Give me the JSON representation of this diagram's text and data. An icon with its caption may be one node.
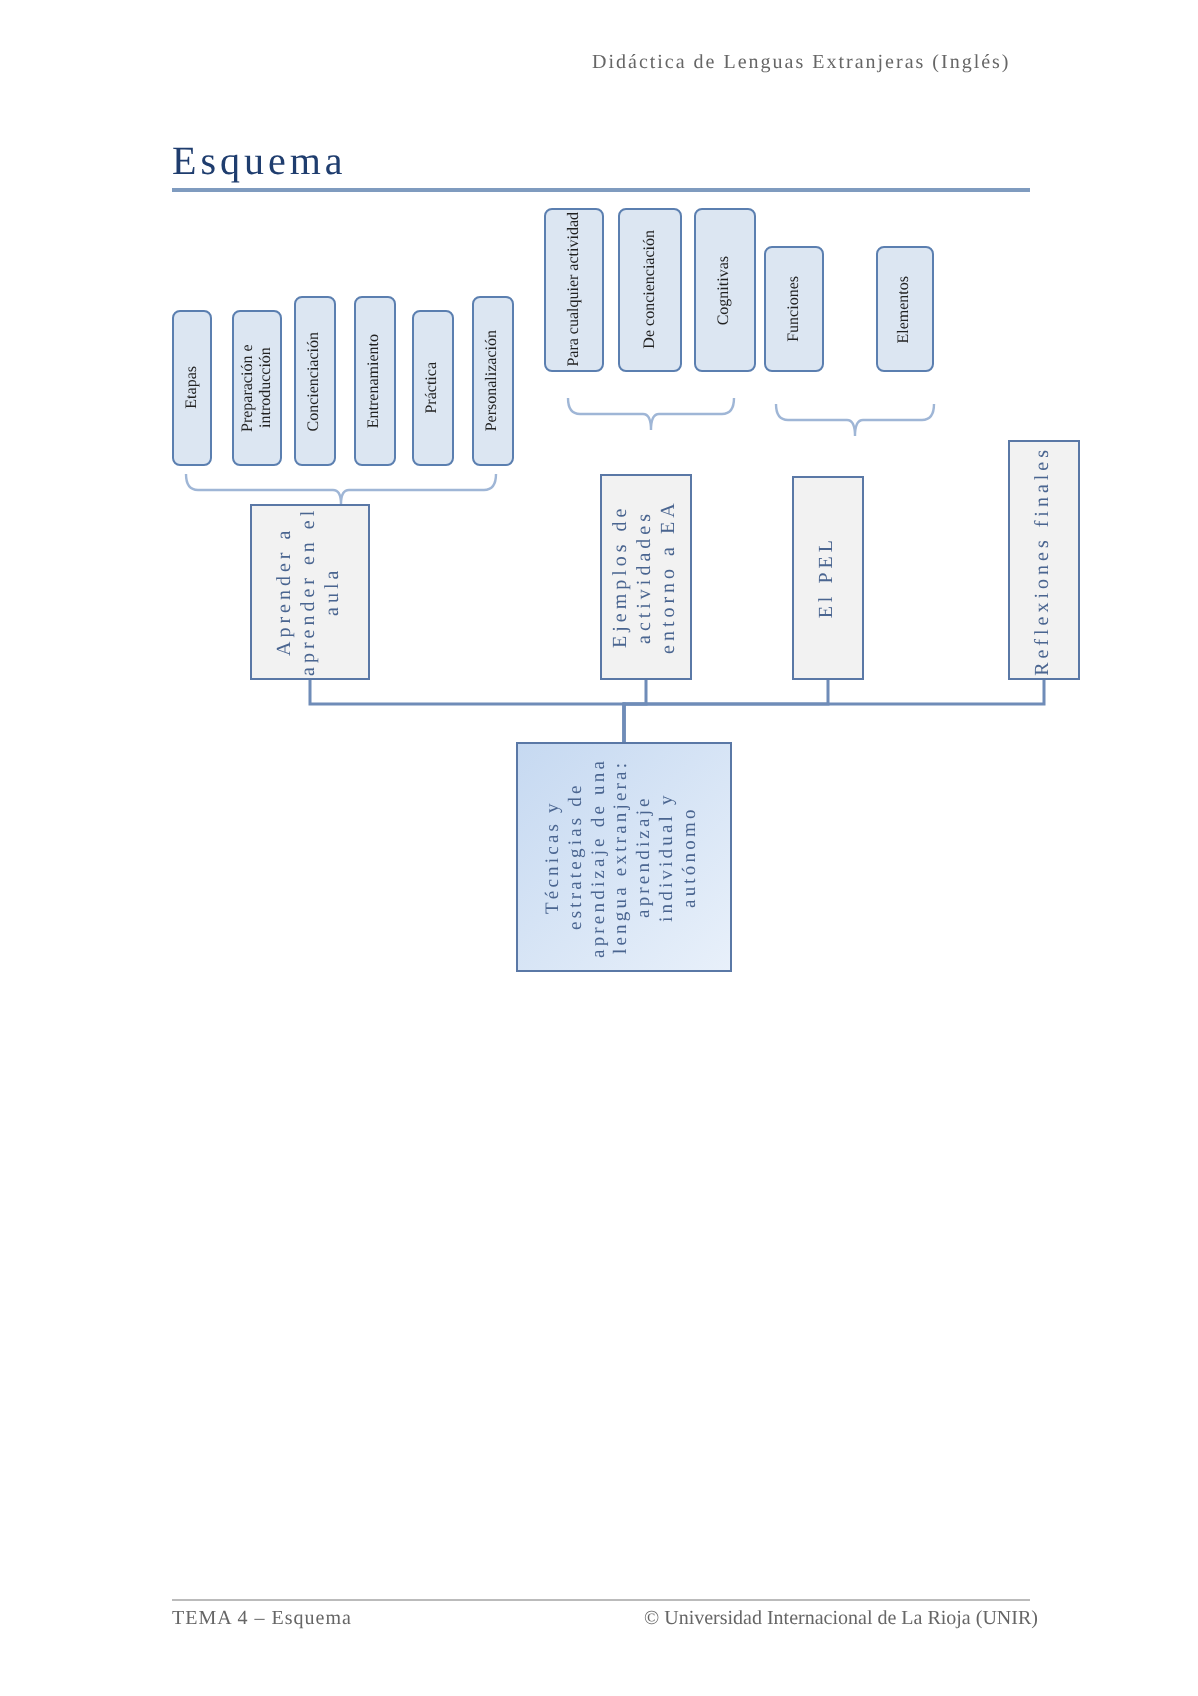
{
  "diagram": {
    "title": "Esquema",
    "nodes": [
      {
        "text": [
          "Para cualquier actividad"
        ]
      },
      {
        "text": [
          "De concienciación"
        ]
      },
      {
        "text": [
          "Cognitivas"
        ]
      },
      {
        "text": [
          "Funciones"
        ]
      },
      {
        "text": [
          "Elementos"
        ]
      },
      {
        "text": [
          "Etapas"
        ]
      },
      {
        "text": [
          "Preparación e introducción"
        ]
      },
      {
        "text": [
          "Concienciación"
        ]
      },
      {
        "text": [
          "Entrenamiento"
        ]
      },
      {
        "text": [
          "Práctica"
        ]
      },
      {
        "text": [
          "Personalización"
        ]
      },
      {
        "text": [
          "Aprender a aprender en el aula"
        ]
      },
      {
        "text": [
          "Ejemplos de actividades entorno a EA"
        ]
      },
      {
        "text": [
          "El PEL"
        ]
      },
      {
        "text": [
          "Reflexiones finales"
        ]
      },
      {
        "text": [
          "Técnicas y estrategias de aprendizaje de una lengua extranjera: aprendizaje individual y autónomo"
        ]
      }
    ],
    "edges": [
      {
        "from": 15,
        "to": 11,
        "arrow": "none"
      },
      {
        "from": 15,
        "to": 12,
        "arrow": "none"
      },
      {
        "from": 15,
        "to": 13,
        "arrow": "none"
      },
      {
        "from": 15,
        "to": 14,
        "arrow": "none"
      }
    ],
    "labels": [
      "Didáctica de Lenguas Extranjeras (Inglés)",
      "TEMA 4 – Esquema",
      "© Universidad Internacional de La Rioja (UNIR)"
    ]
  }
}
